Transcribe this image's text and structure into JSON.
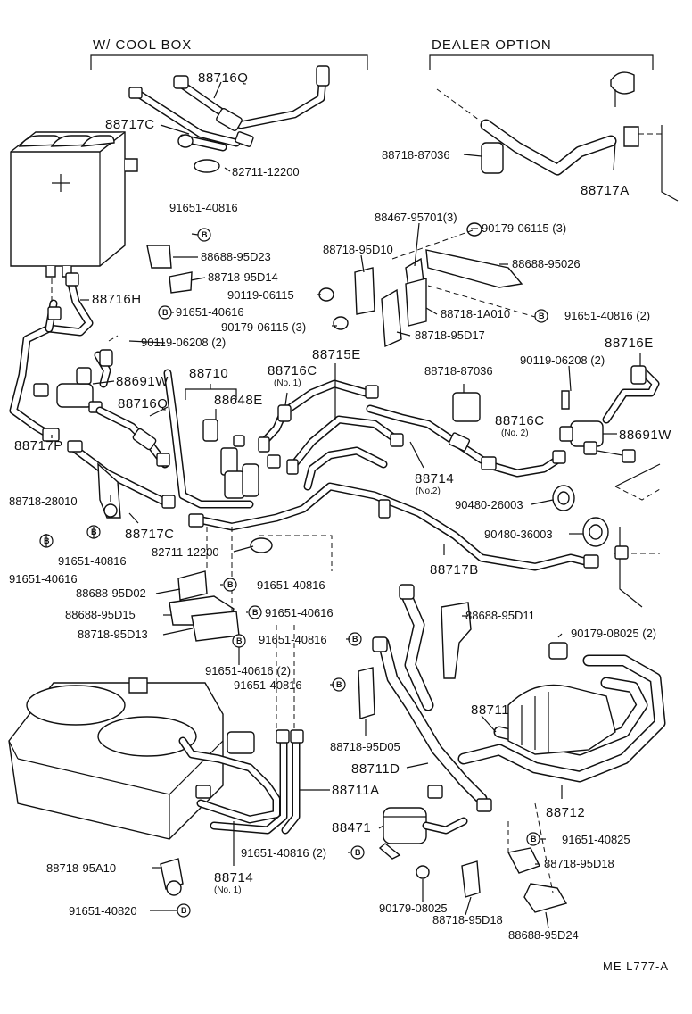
{
  "title_refs": {
    "section_left": "W/ COOL BOX",
    "section_right": "DEALER OPTION",
    "footer": "ME  L777-A"
  },
  "bolt_symbol": "B",
  "labels": {
    "p88716Q_top": "88716Q",
    "p88717C_top": "88717C",
    "p82711_top": "82711-12200",
    "p88718_87036_top": "88718-87036",
    "p88717A": "88717A",
    "p91651_40816_a": "91651-40816",
    "p88688_95D23": "88688-95D23",
    "p88718_95D14": "88718-95D14",
    "p91651_40616_a": "91651-40616",
    "p88716H": "88716H",
    "p88467": "88467-95701(3)",
    "p90179_06115_a": "90179-06115 (3)",
    "p88688_95026": "88688-95026",
    "p88718_95D10": "88718-95D10",
    "p90119_06115": "90119-06115",
    "p90179_06115_b": "90179-06115 (3)",
    "p88718_1A010": "88718-1A010",
    "p88718_95D17": "88718-95D17",
    "p91651_40816_2a": "91651-40816 (2)",
    "p90119_06208_a": "90119-06208 (2)",
    "p88716E": "88716E",
    "p88691W_left": "88691W",
    "p88710": "88710",
    "p88716C_1": "88716C",
    "p88716C_1_sub": "(No. 1)",
    "p88715E": "88715E",
    "p88648E": "88648E",
    "p88716Q_mid": "88716Q",
    "p88718_87036_mid": "88718-87036",
    "p90119_06208_b": "90119-06208 (2)",
    "p88716C_2": "88716C",
    "p88716C_2_sub": "(No. 2)",
    "p88691W_right": "88691W",
    "p88717P": "88717P",
    "p88714_2": "88714",
    "p88714_2_sub": "(No.2)",
    "p90480_26003": "90480-26003",
    "p88718_28010": "88718-28010",
    "p88717C_mid": "88717C",
    "p82711_mid": "82711-12200",
    "p90480_36003": "90480-36003",
    "p91651_40616_b": "91651-40616",
    "p91651_40816_b": "91651-40816",
    "p88717B": "88717B",
    "p88688_95D02": "88688-95D02",
    "p91651_40816_c": "91651-40816",
    "p88688_95D15": "88688-95D15",
    "p91651_40616_c": "91651-40616",
    "p88688_95D11": "88688-95D11",
    "p88718_95D13": "88718-95D13",
    "p91651_40816_d": "91651-40816",
    "p90179_08025_a": "90179-08025 (2)",
    "p91651_40616_2": "91651-40616 (2)",
    "p91651_40816_e": "91651-40816",
    "p88711": "88711",
    "p88718_95D05": "88718-95D05",
    "p88711D": "88711D",
    "p88711A": "88711A",
    "p88712": "88712",
    "p88471": "88471",
    "p91651_40816_2b": "91651-40816 (2)",
    "p91651_40825": "91651-40825",
    "p88718_95A10": "88718-95A10",
    "p88714_1": "88714",
    "p88714_1_sub": "(No. 1)",
    "p88718_95D18_r": "88718-95D18",
    "p90179_08025_b": "90179-08025",
    "p88718_95D18_b": "88718-95D18",
    "p91651_40820": "91651-40820",
    "p88688_95D24": "88688-95D24"
  }
}
